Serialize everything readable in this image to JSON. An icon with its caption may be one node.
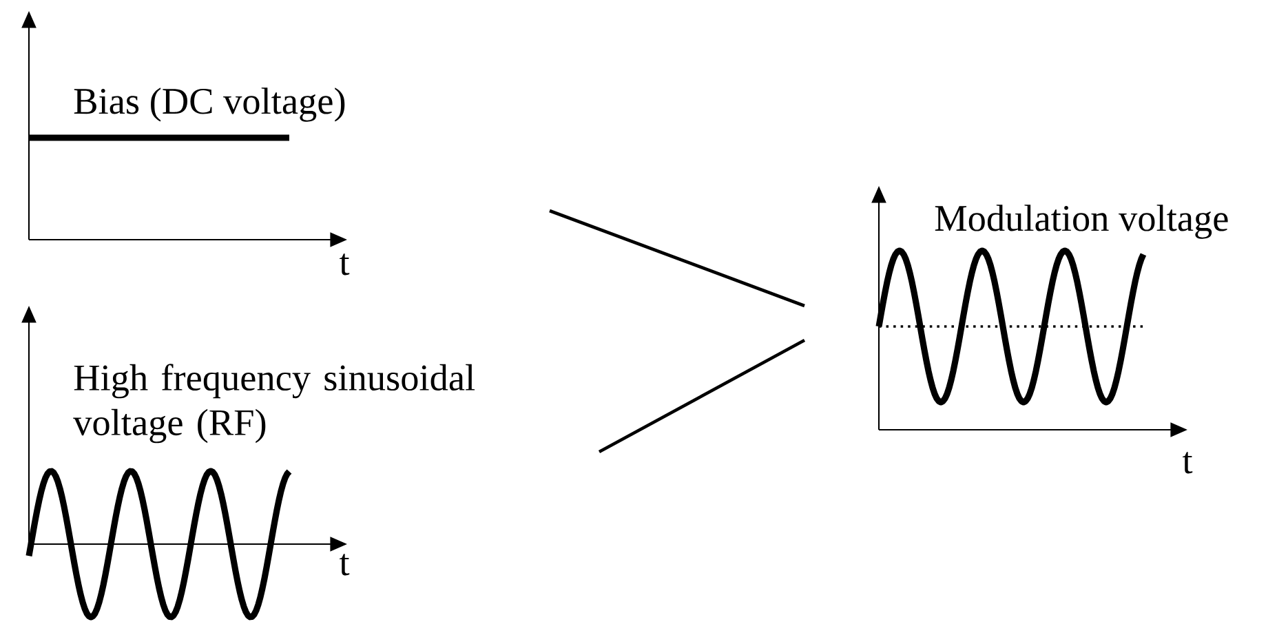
{
  "diagram": {
    "nodes": [
      {
        "text": [
          "Bias (DC voltage)"
        ]
      },
      {
        "text": [
          "High frequency sinusoidal voltage (RF)"
        ]
      },
      {
        "text": [
          "Modulation voltage"
        ]
      }
    ],
    "edges": [
      {
        "from": null,
        "to": 2,
        "arrow": "none"
      },
      {
        "from": null,
        "to": 2,
        "arrow": "none"
      }
    ],
    "labels": [
      "t",
      "t",
      "t"
    ]
  }
}
